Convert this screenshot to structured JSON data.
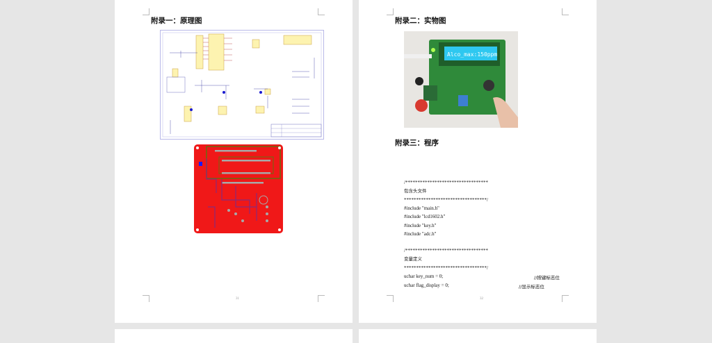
{
  "pages": [
    {
      "heading": "附录一：原理图",
      "page_number": "31",
      "figures": [
        "schematic",
        "pcb-layout"
      ]
    },
    {
      "heading_1": "附录二：实物图",
      "heading_2": "附录三：程序",
      "page_number": "32",
      "photo_lcd_text": "Alco_max:150ppm",
      "code_lines": [
        "/**********************************",
        "包含头文件",
        "**********************************/",
        "#include \"main.h\"",
        "#include \"lcd1602.h\"",
        "#include \"key.h\"",
        "#include \"adc.h\"",
        "",
        "/**********************************",
        "变量定义",
        "**********************************/",
        "uchar key_num = 0;",
        "uchar flag_display = 0;"
      ],
      "comments": [
        "//按键标志位",
        "//显示标志位"
      ]
    }
  ],
  "colors": {
    "pcb": "#f01818",
    "background": "#e6e6e6"
  }
}
